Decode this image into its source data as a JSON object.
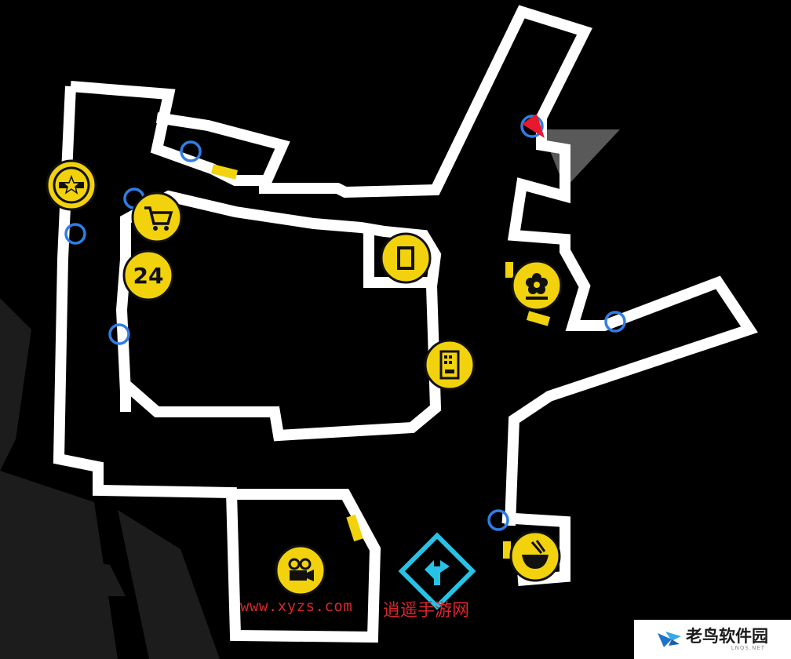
{
  "map": {
    "colors": {
      "background": "#000000",
      "wall": "#ffffff",
      "icon_fill": "#f2d20c",
      "icon_ring": "#111111",
      "door": "#f2d20c",
      "waypoint": "#2f7ee6",
      "player": "#e8192c",
      "exit": "#27c3e6"
    },
    "shop_icons": [
      {
        "name": "police-badge-icon",
        "label": ""
      },
      {
        "name": "shopping-cart-icon",
        "label": ""
      },
      {
        "name": "open-24-hours-icon",
        "label": "24"
      },
      {
        "name": "book-store-icon",
        "label": ""
      },
      {
        "name": "vending-machine-icon",
        "label": ""
      },
      {
        "name": "flower-shop-icon",
        "label": ""
      },
      {
        "name": "ramen-shop-icon",
        "label": ""
      },
      {
        "name": "movie-theater-icon",
        "label": ""
      }
    ],
    "waypoint_count": 7,
    "player_marker": "player-location-icon",
    "exit_marker": "exit-direction-icon"
  },
  "watermark": {
    "url": "www.xyzs.com",
    "site_name": "逍遥手游网"
  },
  "logo": {
    "title": "老鸟软件园",
    "subtitle": "LNQS.NET"
  }
}
